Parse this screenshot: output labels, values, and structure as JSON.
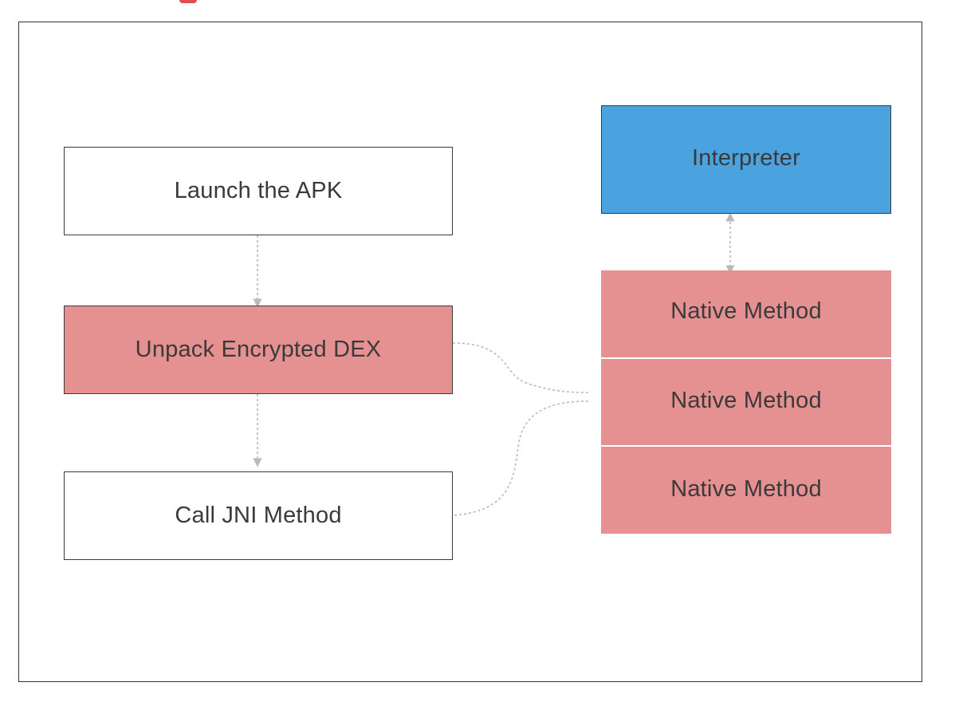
{
  "diagram": {
    "left_flow": {
      "launch": "Launch the APK",
      "unpack": "Unpack Encrypted DEX",
      "call": "Call JNI Method"
    },
    "right_stack": {
      "interpreter": "Interpreter",
      "native_methods": [
        "Native Method",
        "Native Method",
        "Native Method"
      ]
    },
    "colors": {
      "pink": "#e69191",
      "blue": "#4aa3df",
      "connector": "#b9b9b9"
    }
  }
}
